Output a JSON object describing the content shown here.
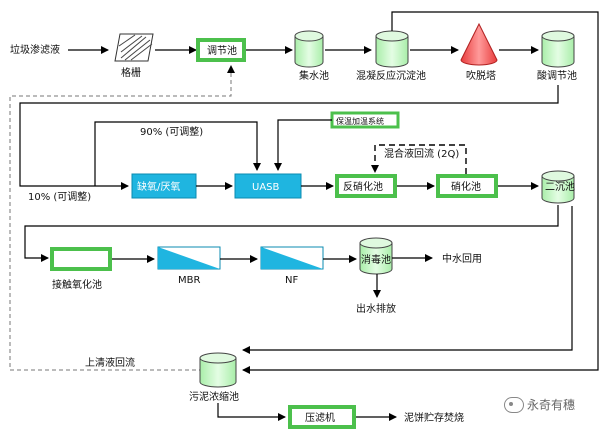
{
  "nodes": {
    "input": "垃圾渗滤液",
    "grille": "格栅",
    "regulating": "调节池",
    "collection": "集水池",
    "coagulation": "混凝反应沉淀池",
    "stripping": "吹脱塔",
    "acid_regulating": "酸调节池",
    "anoxic": "缺氧/厌氧",
    "uasb": "UASB",
    "insulation": "保温加温系统",
    "denitrification": "反硝化池",
    "nitrification": "硝化池",
    "secondary": "二沉池",
    "contact_oxidation": "接触氧化池",
    "mbr": "MBR",
    "nf": "NF",
    "disinfection": "消毒池",
    "reuse": "中水回用",
    "discharge": "出水排放",
    "sludge_thickening": "污泥浓缩池",
    "filter_press": "压滤机",
    "cake_storage": "泥饼贮存焚烧"
  },
  "labels": {
    "ratio_90": "90% (可调整)",
    "ratio_10": "10% (可调整)",
    "mixed_return": "混合液回流 (2Q)",
    "supernatant_return": "上清液回流"
  },
  "watermark": "永奇有穗",
  "colors": {
    "green": "#77d977",
    "cyan": "#1fb5e0",
    "cone": "#f55252",
    "cylinder": "#c6f7c6"
  }
}
